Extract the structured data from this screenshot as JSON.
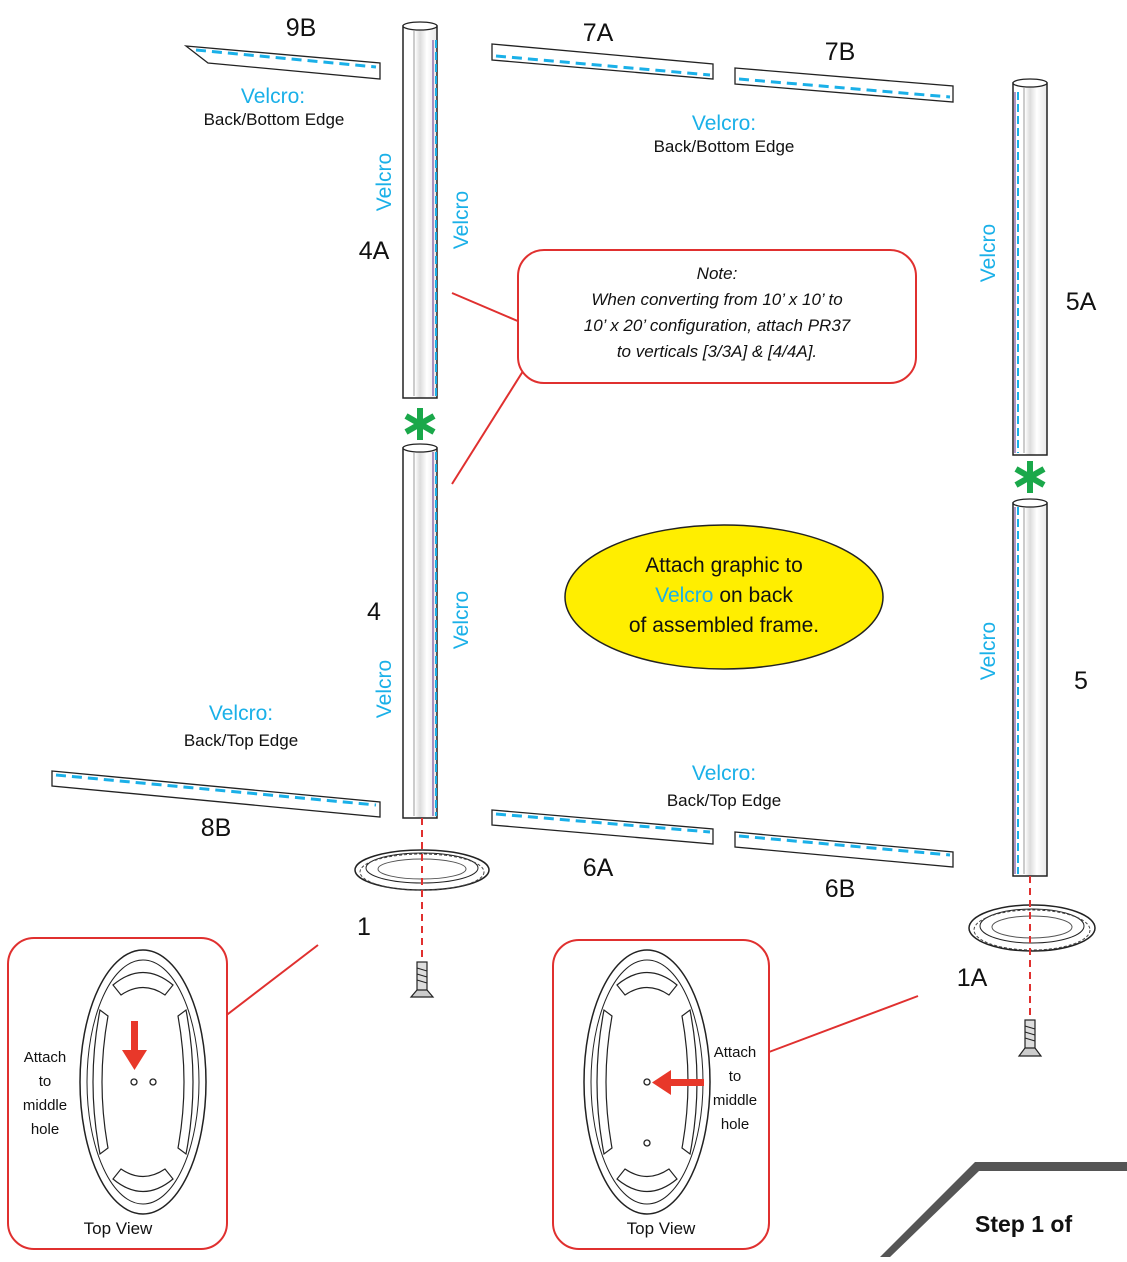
{
  "parts": {
    "p9B": "9B",
    "p7A": "7A",
    "p7B": "7B",
    "p4A": "4A",
    "p5A": "5A",
    "p4": "4",
    "p5": "5",
    "p8B": "8B",
    "p6A": "6A",
    "p6B": "6B",
    "p1": "1",
    "p1A": "1A"
  },
  "velcro": {
    "word": "Velcro",
    "heading": "Velcro:",
    "back_bottom_edge": "Back/Bottom Edge",
    "back_top_edge": "Back/Top Edge"
  },
  "note": {
    "title": "Note:",
    "line1": "When converting from 10’ x 10’ to",
    "line2": "10’ x 20’ configuration, attach PR37",
    "line3": "to verticals [3/3A] & [4/4A]."
  },
  "callout": {
    "line1": "Attach graphic to",
    "line2_velcro": "Velcro",
    "line2_rest": " on back",
    "line3": "of assembled frame."
  },
  "top_view": {
    "caption": "Top View",
    "attach_lines": [
      "Attach",
      "to",
      "middle",
      "hole"
    ]
  },
  "step": {
    "label": "Step 1 of"
  },
  "colors": {
    "velcro_blue": "#1ab0e8",
    "callout_red": "#e0302f",
    "callout_yellow": "#ffee00",
    "star_green": "#1aa84a",
    "arrow_red": "#e8382a"
  }
}
